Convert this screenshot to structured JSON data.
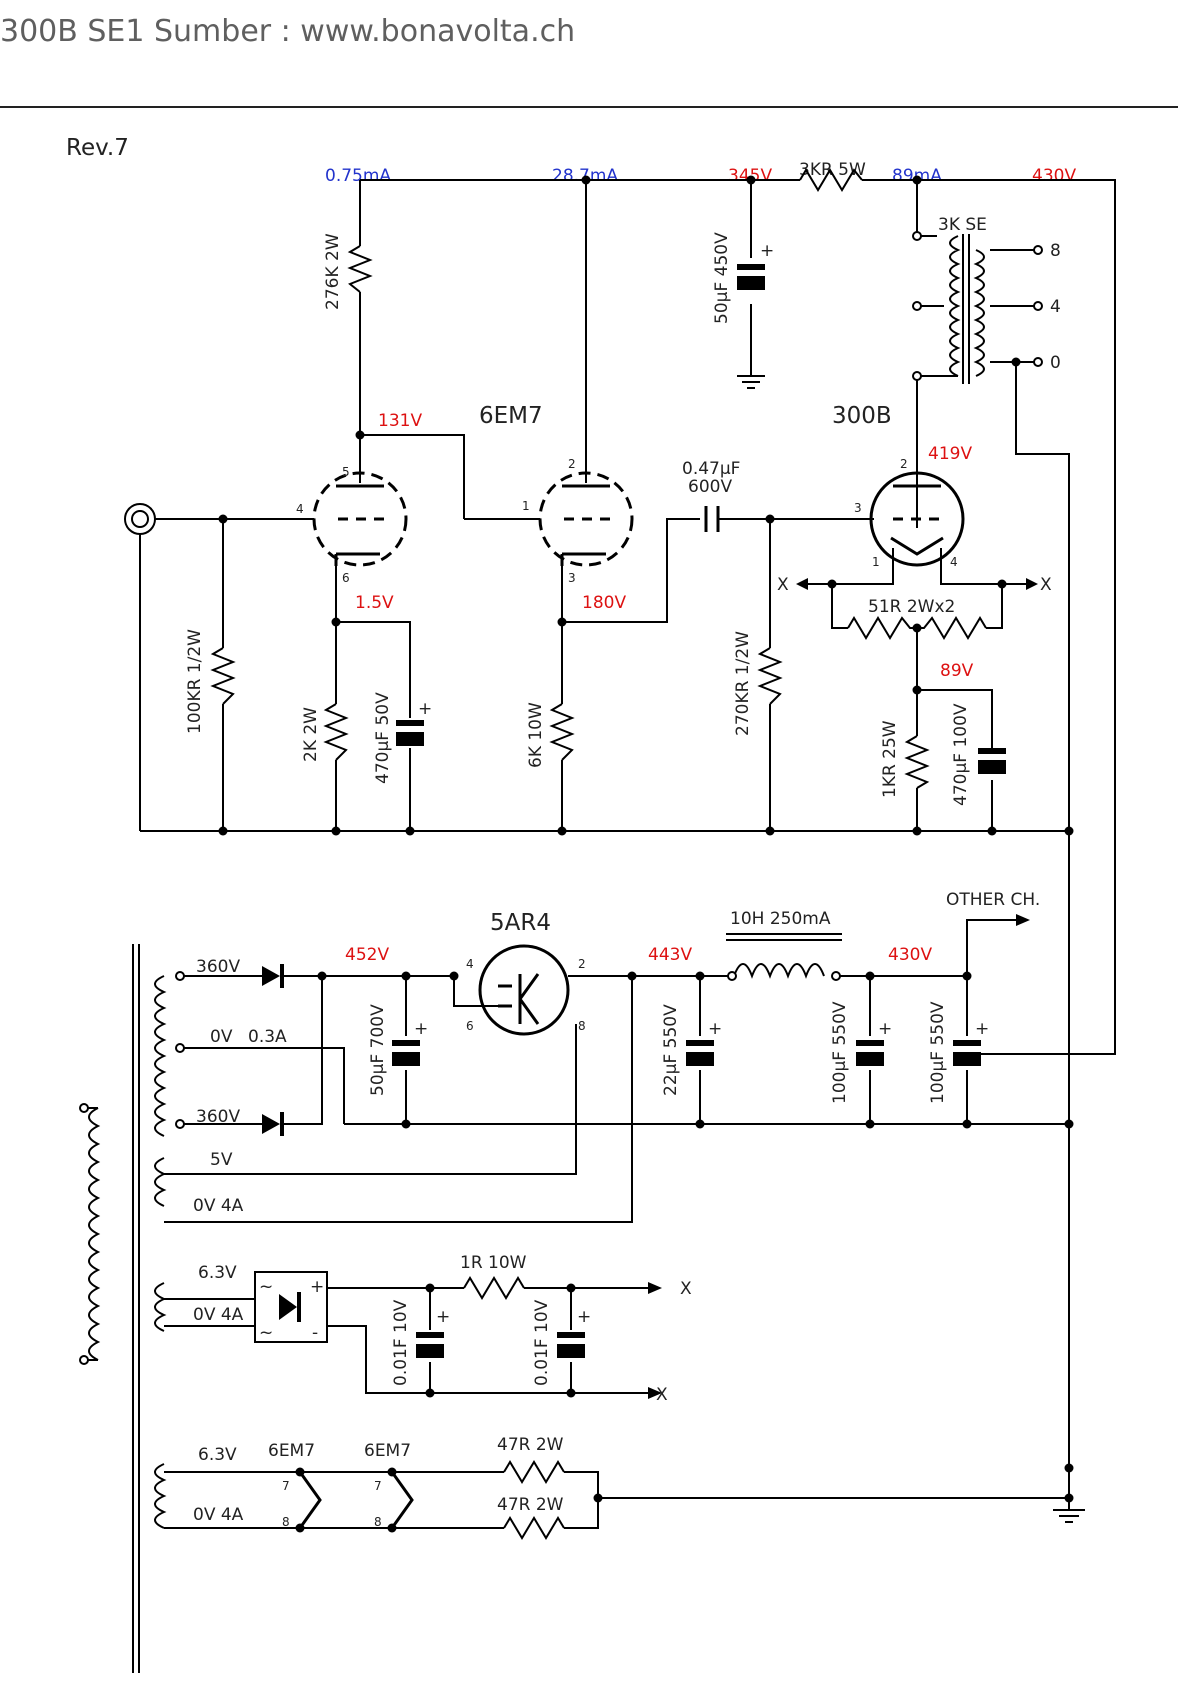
{
  "caption": "300B SE1 Sumber : www.bonavolta.ch",
  "revision": "Rev.7",
  "currents": {
    "c1": "0.75mA",
    "c2": "28.7mA",
    "c3": "89mA"
  },
  "voltages": {
    "v345": "345V",
    "v430top": "430V",
    "v131": "131V",
    "v419": "419V",
    "v1_5": "1.5V",
    "v180": "180V",
    "v89": "89V",
    "v452": "452V",
    "v443": "443V",
    "v430": "430V"
  },
  "tubes": {
    "driver": "6EM7",
    "output": "300B",
    "rectifier": "5AR4"
  },
  "components": {
    "r_3kr": "3KR 5W",
    "r_276k": "276K 2W",
    "c_50u450": "50µF 450V",
    "xfmr_out": "3K SE",
    "c_047": "0.47µF\n600V",
    "r_100k": "100KR 1/2W",
    "r_2k": "2K 2W",
    "c_470u50": "470µF 50V",
    "r_6k": "6K 10W",
    "r_270k": "270KR 1/2W",
    "r_51r": "51R 2Wx2",
    "r_1kr": "1KR 25W",
    "c_470u100": "470µF 100V",
    "c_50u700": "50µF 700V",
    "c_22u": "22µF 550V",
    "c_100u_a": "100µF 550V",
    "c_100u_b": "100µF 550V",
    "choke": "10H 250mA",
    "other_ch": "OTHER CH.",
    "r_1r": "1R 10W",
    "c_001a": "0.01F 10V",
    "c_001b": "0.01F 10V",
    "r_47a": "47R 2W",
    "r_47b": "47R 2W",
    "heater_a": "6EM7",
    "heater_b": "6EM7"
  },
  "secondaries": {
    "hv_top": "360V",
    "ct": "0V",
    "ct_current": "0.3A",
    "hv_bot": "360V",
    "fil5": "5V",
    "fil5_0": "0V 4A",
    "fil63a": "6.3V",
    "fil63a_0": "0V 4A",
    "fil63b": "6.3V",
    "fil63b_0": "0V 4A"
  },
  "output_taps": [
    "8",
    "4",
    "0"
  ],
  "pins": {
    "p5": "5",
    "p4": "4",
    "p6": "6",
    "p2a": "2",
    "p1a": "1",
    "p3a": "3",
    "p2b": "2",
    "p3b": "3",
    "p1b": "1",
    "p4b": "4",
    "r4": "4",
    "r2": "2",
    "r6": "6",
    "r8": "8",
    "h7a": "7",
    "h8a": "8",
    "h7b": "7",
    "h8b": "8"
  },
  "marks": {
    "x": "X",
    "plus": "+",
    "minus": "-",
    "tilde": "~"
  },
  "colors": {
    "voltage": "#dd1111",
    "current": "#2233cc",
    "wire": "#000000"
  }
}
